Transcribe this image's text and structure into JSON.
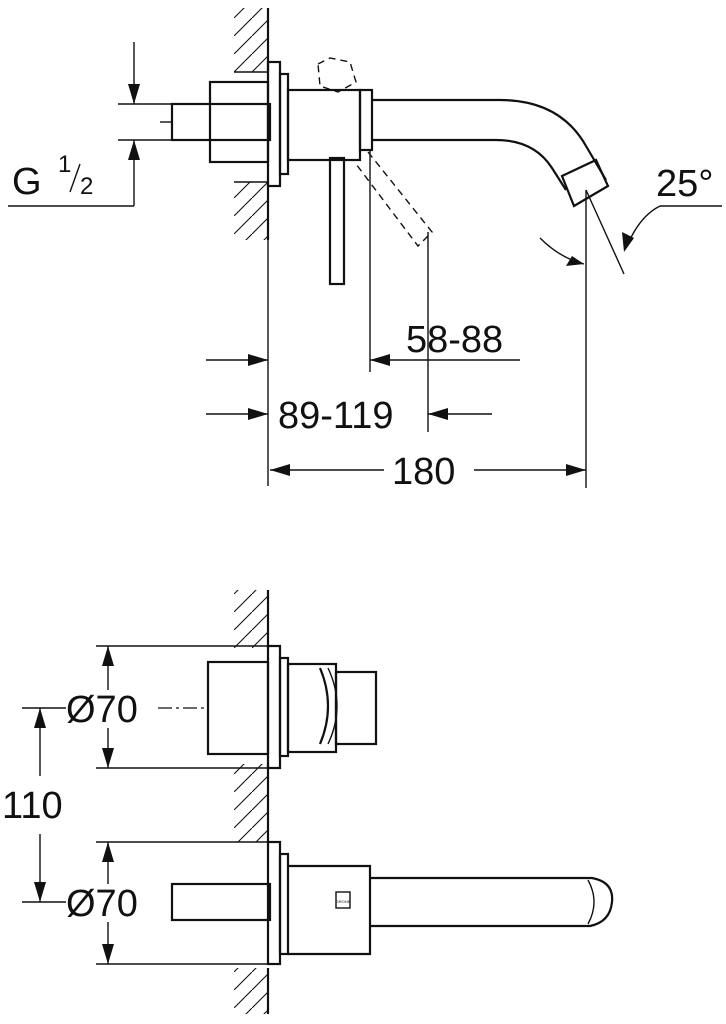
{
  "side_view": {
    "thread_label": "G",
    "thread_num": "1",
    "thread_den": "2",
    "angle_label": "25°",
    "dim_a": "58-88",
    "dim_b": "89-119",
    "dim_c": "180"
  },
  "front_view": {
    "diam_top": "Ø70",
    "diam_bottom": "Ø70",
    "spacing": "110",
    "brand_mark": "GROHE"
  }
}
